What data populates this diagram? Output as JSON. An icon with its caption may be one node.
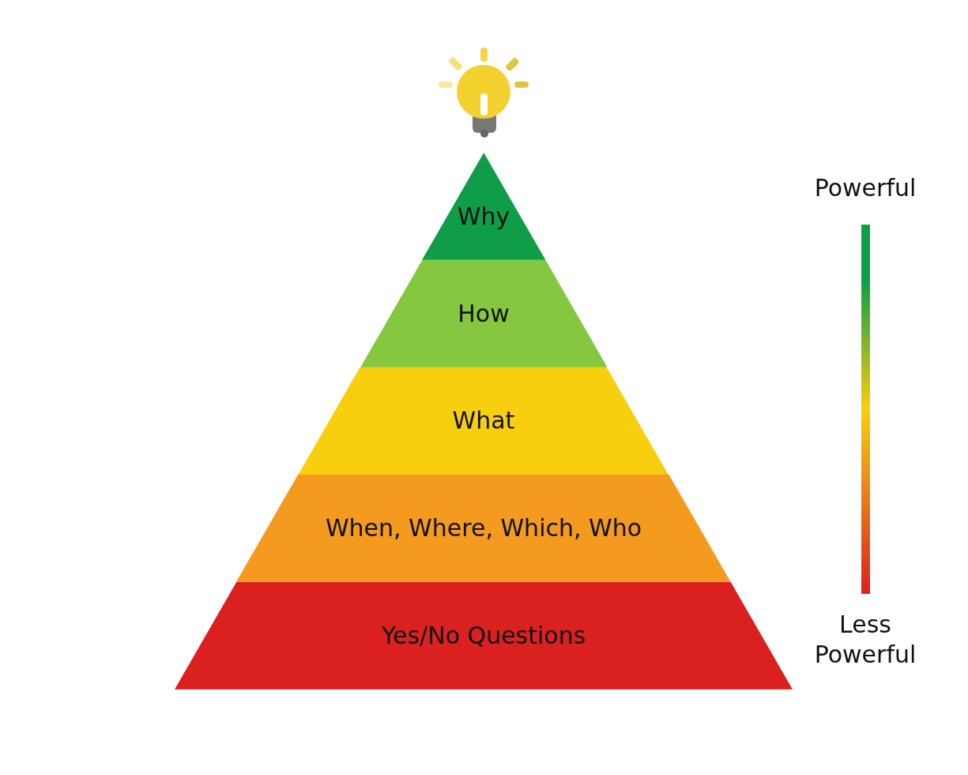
{
  "diagram": {
    "nodes": [
      {
        "text": [
          "Why"
        ]
      },
      {
        "text": [
          "How"
        ]
      },
      {
        "text": [
          "What"
        ]
      },
      {
        "text": [
          "When, Where, Which, Who"
        ]
      },
      {
        "text": [
          "Yes/No Questions"
        ]
      }
    ],
    "labels": [
      "Powerful",
      "Less Powerful"
    ]
  }
}
